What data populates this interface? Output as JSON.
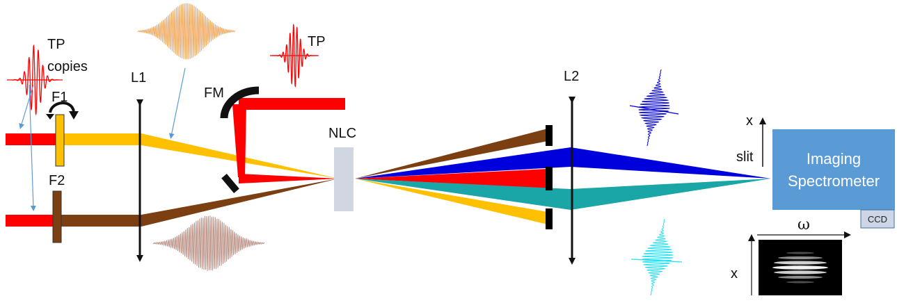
{
  "labels": {
    "tp_copies_line1": "TP",
    "tp_copies_line2": "copies",
    "tp": "TP",
    "f1": "F1",
    "f2": "F2",
    "l1": "L1",
    "l2": "L2",
    "fm": "FM",
    "nlc": "NLC",
    "x_axis_top": "x",
    "slit": "slit",
    "spectrometer_line1": "Imaging",
    "spectrometer_line2": "Spectrometer",
    "ccd": "CCD",
    "omega": "ω",
    "x_axis_bottom": "x"
  },
  "colors": {
    "red": "#ff0000",
    "yellow": "#ffc000",
    "brown": "#7b3f12",
    "blue": "#0000dd",
    "teal": "#1aa6a6",
    "crystal": "#d0d7e3",
    "spectrometer": "#5b9bd5",
    "ccd": "#cdd6e6",
    "pointer": "#5b9bd5",
    "pulse_orange": "#f0a860",
    "pulse_brown": "#b88c80",
    "pulse_cyan": "#22e0f0"
  }
}
